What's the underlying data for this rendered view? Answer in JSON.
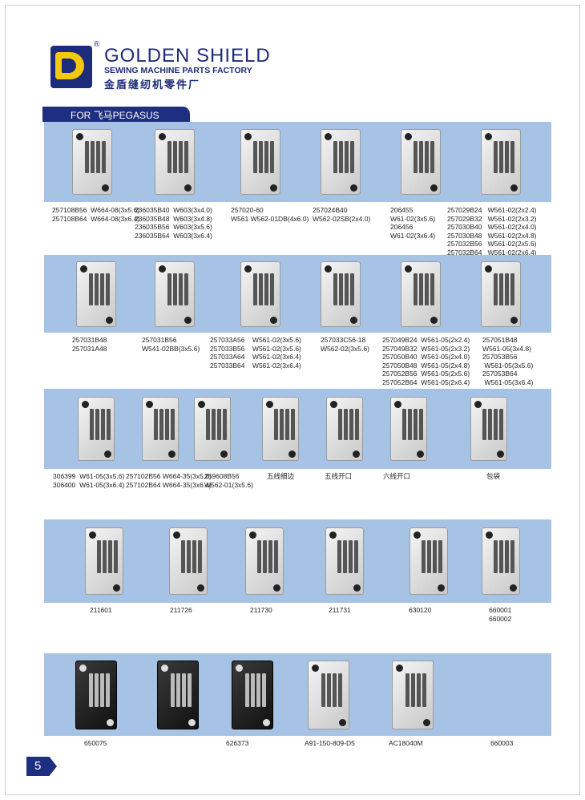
{
  "brand": {
    "name": "GOLDEN SHIELD",
    "registered": "®",
    "subtitle": "SEWING MACHINE PARTS FACTORY",
    "chinese": "金盾缝纫机零件厂"
  },
  "section_tab": "FOR 飞马PEGASUS",
  "page_number": "5",
  "rows": [
    {
      "items": [
        {
          "lines": [
            "257108B56  W664-08(3x5.6)",
            "257108B64  W664-08(3x6.4)"
          ]
        },
        {
          "lines": [
            "236035B40  W603(3x4.0)",
            "236035B48  W603(3x4.8)",
            "236035B56  W603(3x5.6)",
            "236035B64  W603(3x6.4)"
          ]
        },
        {
          "lines": [
            "257020-60",
            "W561 W562-01DB(4x6.0)"
          ]
        },
        {
          "lines": [
            "257024B40",
            "W562-02SB(2x4.0)"
          ]
        },
        {
          "lines": [
            "206455",
            "W61-02(3x5.6)",
            "206456",
            "W61-02(3x6.4)"
          ]
        },
        {
          "lines": [
            "257029B24   W561-02(2x2.4)",
            "257029B32   W561-02(2x3.2)",
            "257030B40   W561-02(2x4.0)",
            "257030B48   W561-02(2x4.8)",
            "257032B56   W561-02(2x5.6)",
            "257032B64   W561-02(2x6.4)"
          ]
        }
      ]
    },
    {
      "items": [
        {
          "lines": [
            "257031B48",
            "257031A48"
          ]
        },
        {
          "lines": [
            "257031B56",
            "W541-02BB(3x5.6)"
          ]
        },
        {
          "lines": [
            "257033A56    W561-02(3x5.6)",
            "257033B56    W561-02(3x5.6)",
            "257033A64    W561-02(3x6.4)",
            "257033B64    W561-02(3x6.4)"
          ]
        },
        {
          "lines": [
            "257033C56-18",
            "W562-02(3x5.6)"
          ]
        },
        {
          "lines": [
            "257049B24  W561-05(2x2.4)",
            "257049B32  W561-05(2x3.2)",
            "257050B40  W561-05(2x4.0)",
            "257050B48  W561-05(2x4.8)",
            "257052B56  W561-05(2x5.6)",
            "257052B64  W561-05(2x6.4)"
          ]
        },
        {
          "lines": [
            "257051B48",
            "W561-05(3x4.8)",
            "257053B56",
            " W561-05(3x5.6)",
            "257053B64",
            " W561-05(3x6.4)"
          ]
        }
      ]
    },
    {
      "items": [
        {
          "lines": [
            "306399  W61-05(3x5.6)",
            "306400  W61-05(3x6.4)"
          ]
        },
        {
          "lines": [
            "257102B56 W664-35(3x5.6)",
            "257102B64 W664-35(3x6.4)"
          ]
        },
        {
          "lines": [
            "259608B56",
            "W562-01(3x5.6)"
          ]
        },
        {
          "lines": [
            "五线细边"
          ]
        },
        {
          "lines": [
            "五线开口"
          ]
        },
        {
          "lines": [
            "六线开口"
          ]
        },
        {
          "lines": [
            "包袋"
          ]
        }
      ]
    },
    {
      "items": [
        {
          "lines": [
            "211601"
          ]
        },
        {
          "lines": [
            "211726"
          ]
        },
        {
          "lines": [
            "211730"
          ]
        },
        {
          "lines": [
            "211731"
          ]
        },
        {
          "lines": [
            "630120"
          ]
        },
        {
          "lines": [
            "660001",
            "660002"
          ]
        }
      ]
    },
    {
      "items": [
        {
          "lines": [
            "650075"
          ]
        },
        {
          "lines": [
            "626373"
          ]
        },
        {
          "lines": [
            "A91-150-809-D5"
          ]
        },
        {
          "lines": [
            "AC18040M"
          ]
        },
        {
          "lines": [
            "660003"
          ]
        }
      ]
    }
  ]
}
